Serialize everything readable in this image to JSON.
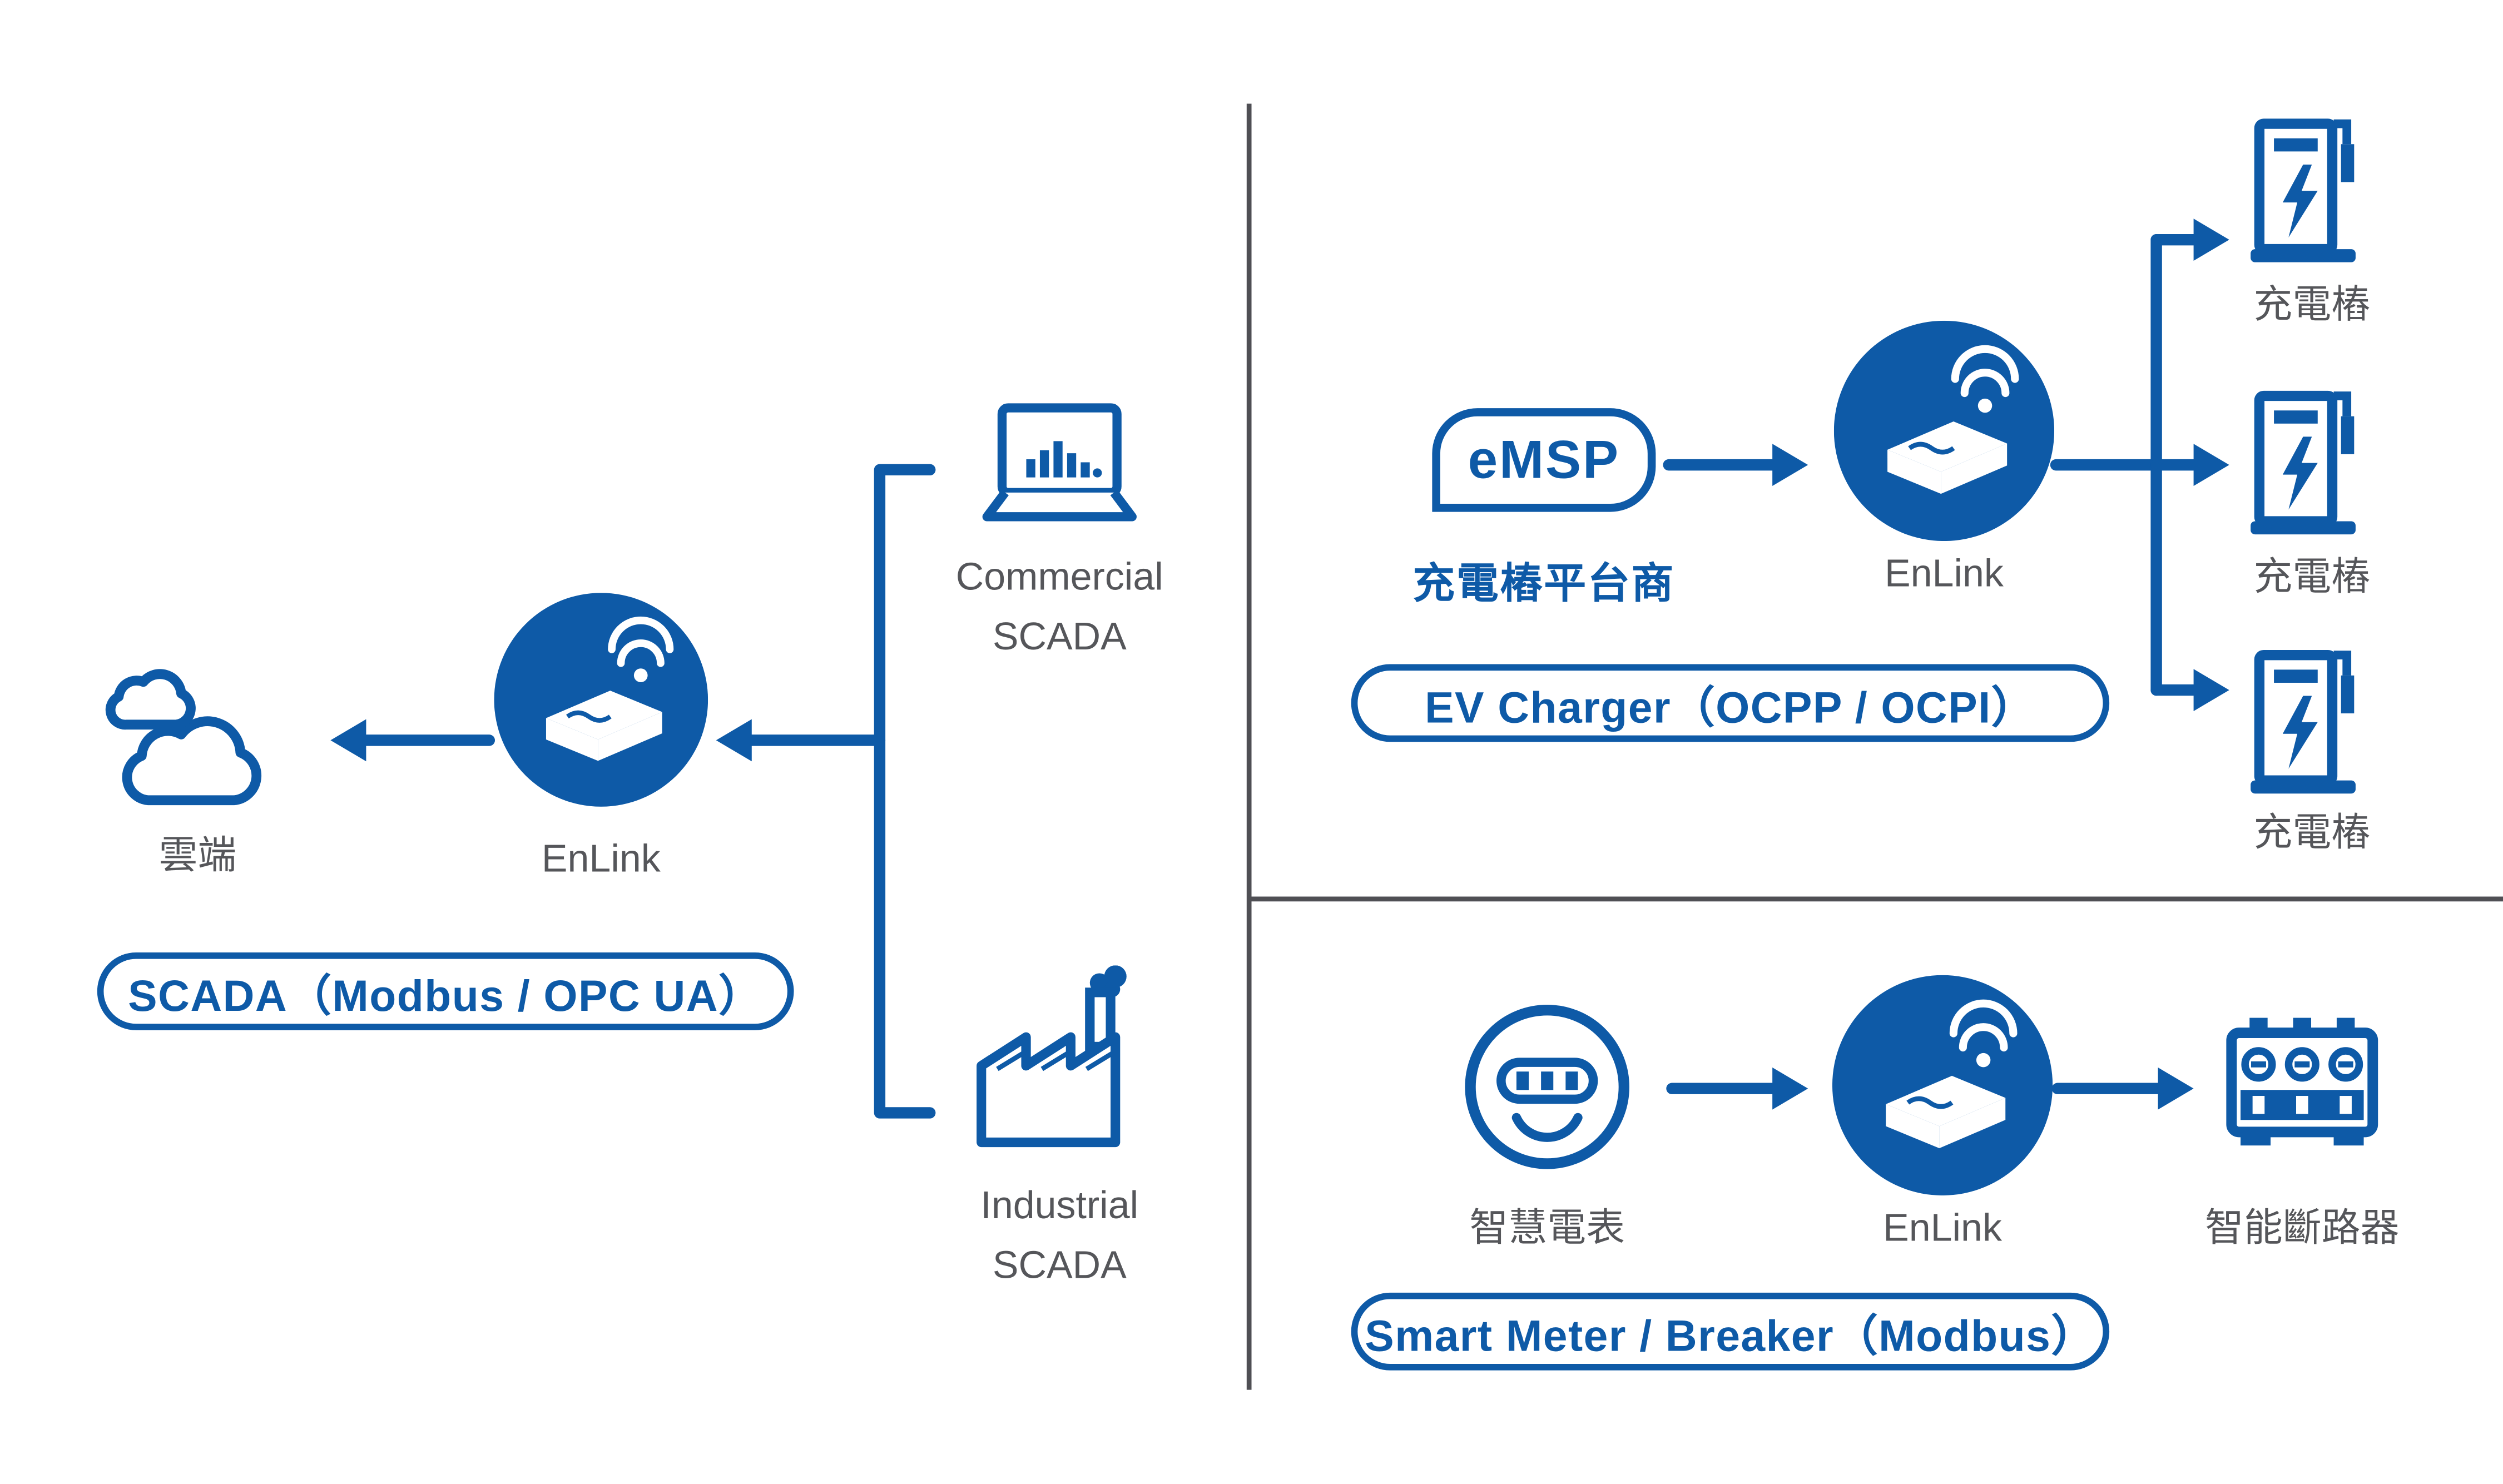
{
  "colors": {
    "primary": "#0e5aa7",
    "caption_gray": "#55565a",
    "divider": "#4f4f54",
    "background": "#ffffff"
  },
  "panels": {
    "scada": {
      "cloud_label": "雲端",
      "enlink_label": "EnLink",
      "commercial_scada_label": "Commercial\nSCADA",
      "industrial_scada_label": "Industrial\nSCADA",
      "pill_label": "SCADA（Modbus / OPC UA）"
    },
    "ev_charger": {
      "emsp_label": "eMSP",
      "emsp_caption": "充電樁平台商",
      "enlink_label": "EnLink",
      "charger_labels": [
        "充電樁",
        "充電樁",
        "充電樁"
      ],
      "pill_label": "EV Charger（OCPP / OCPI）"
    },
    "smart_meter": {
      "meter_caption": "智慧電表",
      "enlink_label": "EnLink",
      "breaker_caption": "智能斷路器",
      "pill_label": "Smart Meter / Breaker（Modbus）"
    }
  },
  "icons": {
    "cloud": "cloud-icon",
    "enlink_gateway": "enlink-gateway-icon (blue circle, wifi + gateway box)",
    "commercial_scada": "laptop-bar-chart-icon",
    "industrial_scada": "factory-icon",
    "ev_charger": "ev-charger-icon (lightning bolt)",
    "smart_meter": "smart-meter-icon",
    "circuit_breaker": "circuit-breaker-icon"
  }
}
